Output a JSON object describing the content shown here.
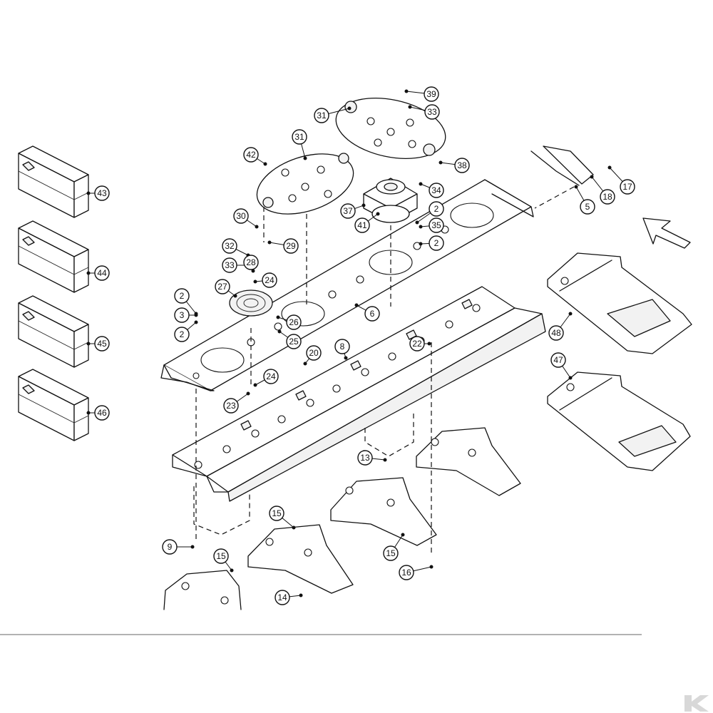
{
  "callouts": [
    {
      "label": "39"
    },
    {
      "label": "33"
    },
    {
      "label": "31"
    },
    {
      "label": "31"
    },
    {
      "label": "42"
    },
    {
      "label": "38"
    },
    {
      "label": "34"
    },
    {
      "label": "17"
    },
    {
      "label": "18"
    },
    {
      "label": "5"
    },
    {
      "label": "37"
    },
    {
      "label": "2"
    },
    {
      "label": "30"
    },
    {
      "label": "41"
    },
    {
      "label": "35"
    },
    {
      "label": "2"
    },
    {
      "label": "29"
    },
    {
      "label": "32"
    },
    {
      "label": "33"
    },
    {
      "label": "28"
    },
    {
      "label": "24"
    },
    {
      "label": "27"
    },
    {
      "label": "2"
    },
    {
      "label": "3"
    },
    {
      "label": "2"
    },
    {
      "label": "26"
    },
    {
      "label": "25"
    },
    {
      "label": "6"
    },
    {
      "label": "20"
    },
    {
      "label": "8"
    },
    {
      "label": "22"
    },
    {
      "label": "24"
    },
    {
      "label": "23"
    },
    {
      "label": "48"
    },
    {
      "label": "47"
    },
    {
      "label": "13"
    },
    {
      "label": "15"
    },
    {
      "label": "15"
    },
    {
      "label": "15"
    },
    {
      "label": "9"
    },
    {
      "label": "16"
    },
    {
      "label": "14"
    },
    {
      "label": "43"
    },
    {
      "label": "44"
    },
    {
      "label": "45"
    },
    {
      "label": "46"
    }
  ],
  "colors": {
    "line": "#111111",
    "background": "#ffffff",
    "logo": "#d8d8d8"
  },
  "icons": {
    "direction": "direction-arrow-icon",
    "logo": "brand-logo-icon"
  }
}
